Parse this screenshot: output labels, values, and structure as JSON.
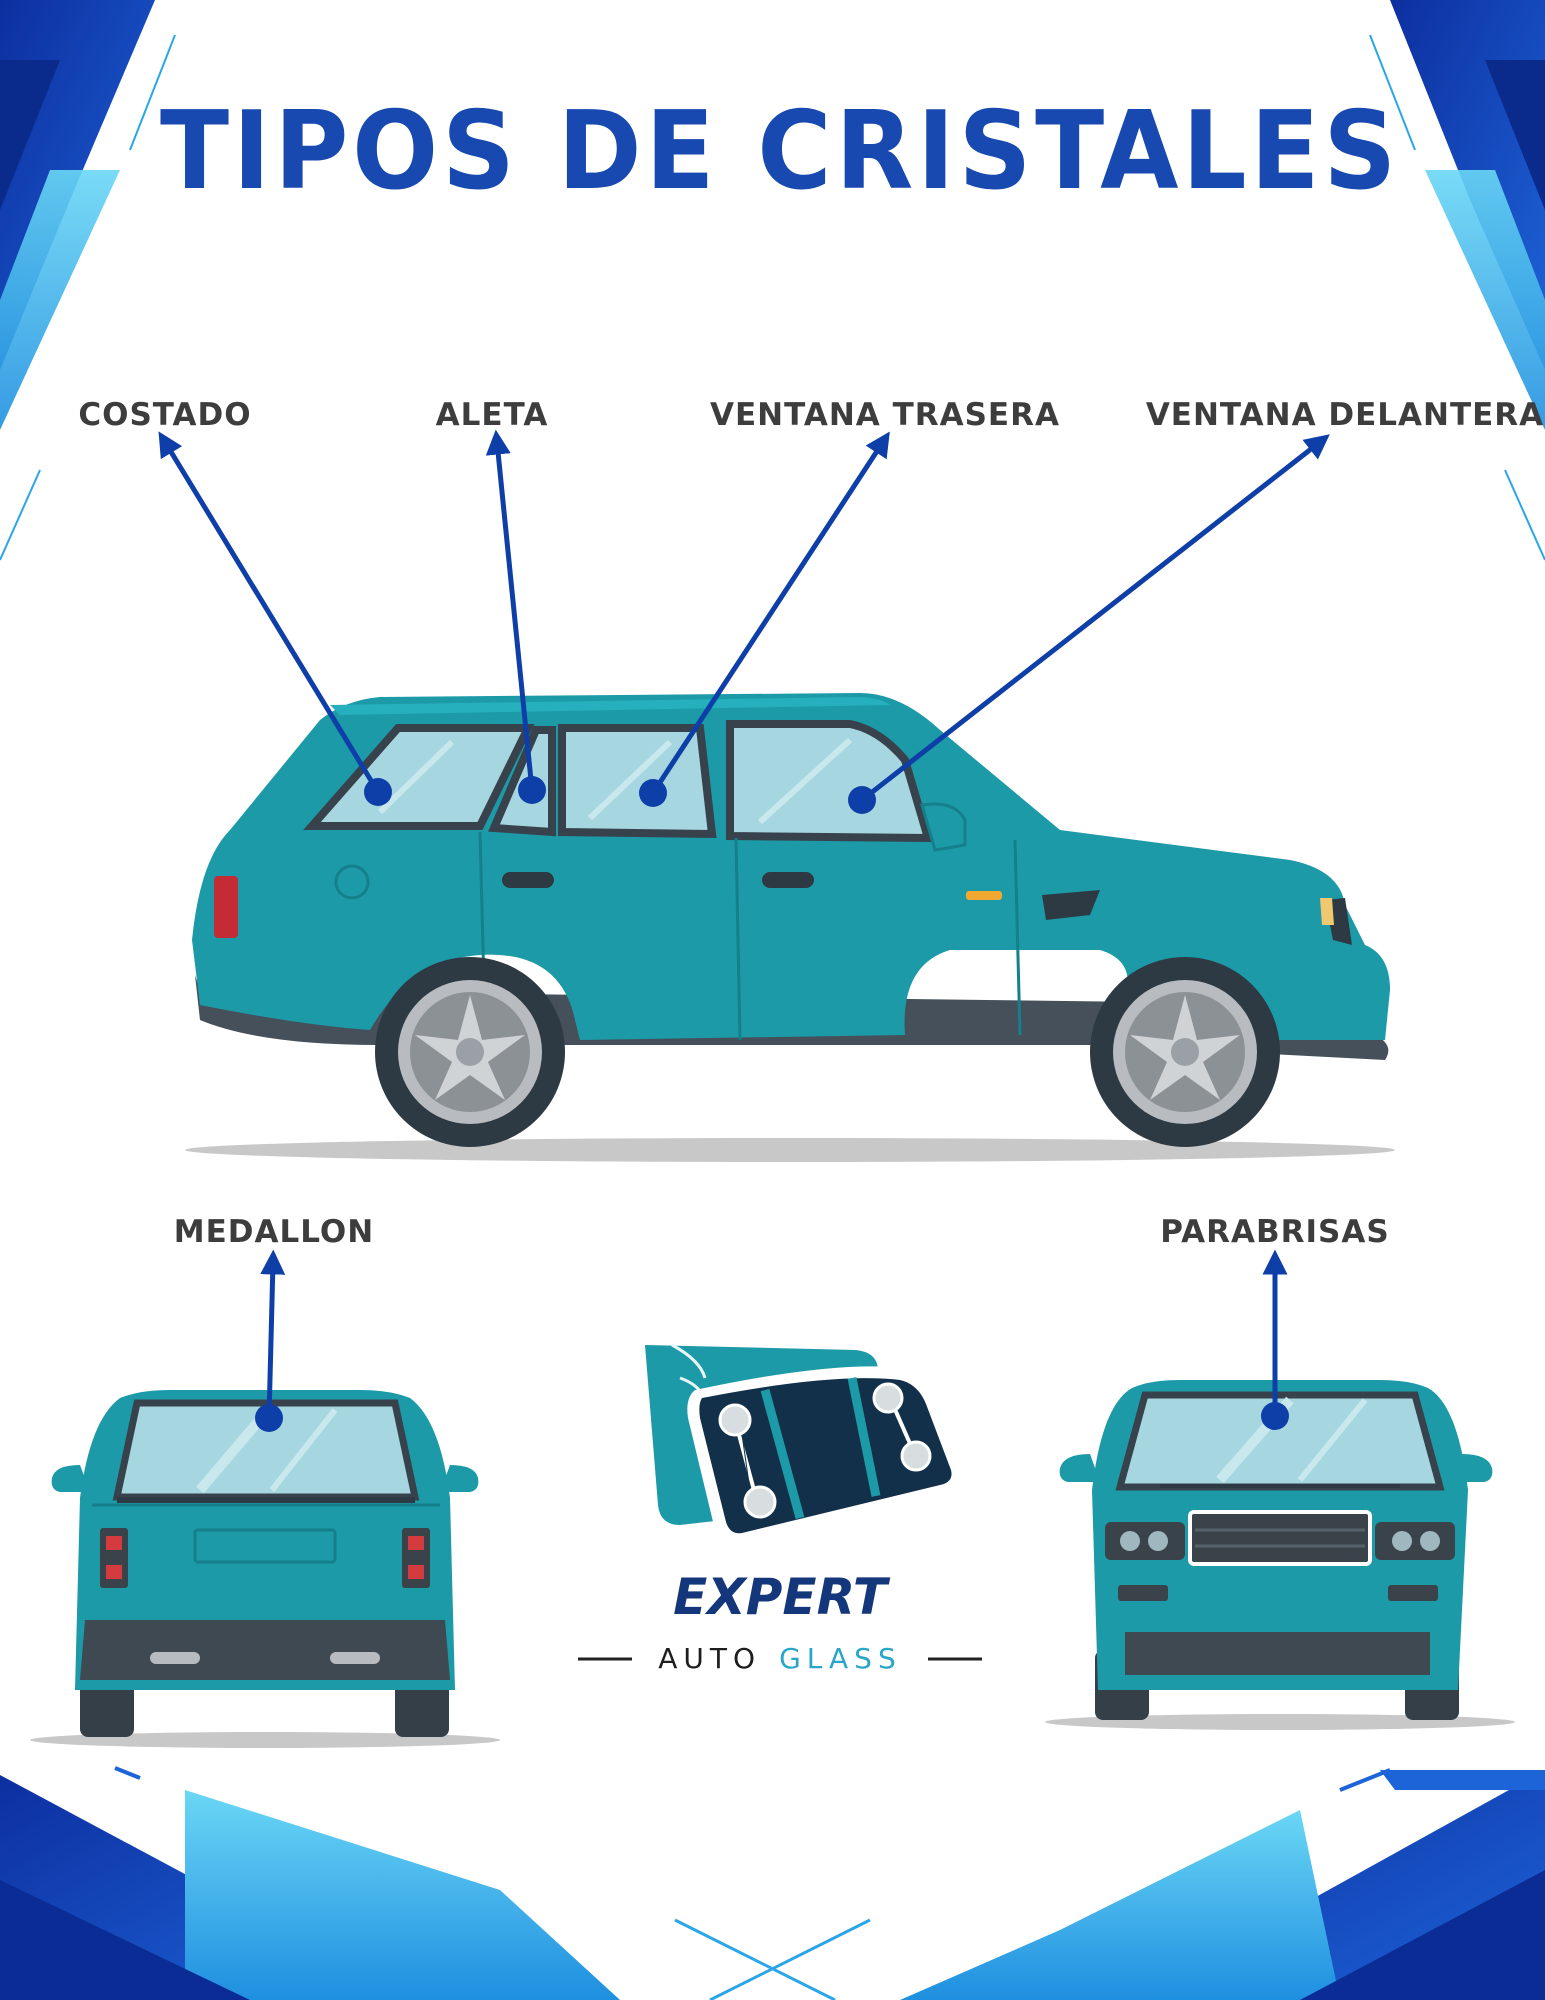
{
  "title": "TIPOS DE CRISTALES",
  "labels": {
    "costado": "COSTADO",
    "aleta": "ALETA",
    "ventana_trasera": "VENTANA TRASERA",
    "ventana_delantera": "VENTANA DELANTERA",
    "medallon": "MEDALLON",
    "parabrisas": "PARABRISAS"
  },
  "brand": {
    "name": "EXPERT",
    "sub_1": "AUTO",
    "sub_2": "GLASS"
  },
  "colors": {
    "title": "#1749b0",
    "arrow": "#0e3fa8",
    "car_body": "#1c9aa8",
    "glass": "#a6d6e0",
    "label": "#3d3d3d",
    "brand_dark": "#14367a",
    "brand_light": "#2aa6c8"
  },
  "icons": [
    "suv-side-view",
    "suv-rear-view",
    "suv-front-view",
    "windshield-logo-icon"
  ]
}
